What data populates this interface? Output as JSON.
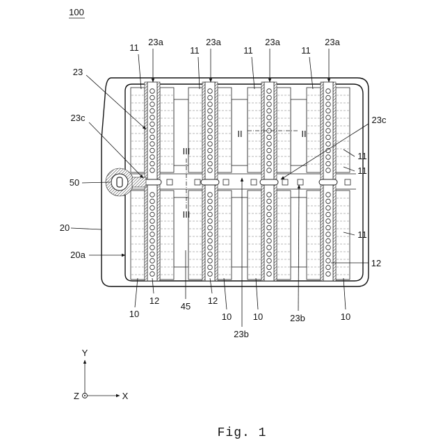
{
  "figure": {
    "number_label": "100",
    "caption": "Fig. 1"
  },
  "refs": {
    "r10": "10",
    "r11": "11",
    "r12": "12",
    "r20": "20",
    "r20a": "20a",
    "r23": "23",
    "r23a": "23a",
    "r23b": "23b",
    "r23c": "23c",
    "r45": "45",
    "r50": "50"
  },
  "sections": {
    "s2": "II",
    "s3": "III"
  },
  "axes": {
    "x": "X",
    "y": "Y",
    "z": "Z"
  }
}
